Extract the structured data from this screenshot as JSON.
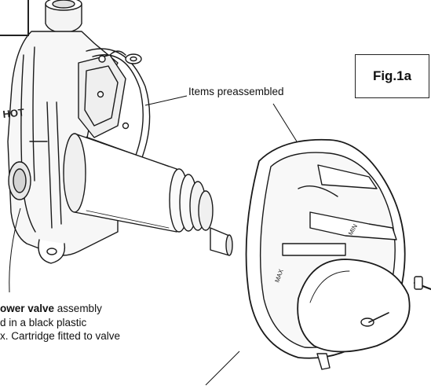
{
  "figure": {
    "label": "Fig.1a"
  },
  "callouts": {
    "top": "Items preassembled",
    "left_line1_bold": "ower valve",
    "left_line1_rest": " assembly",
    "left_line2": "d in a black plastic",
    "left_line3": "x. Cartridge fitted to valve"
  },
  "engravings": {
    "body_hot": "HOT",
    "dial_min": "MIN",
    "dial_max": "MAX"
  }
}
